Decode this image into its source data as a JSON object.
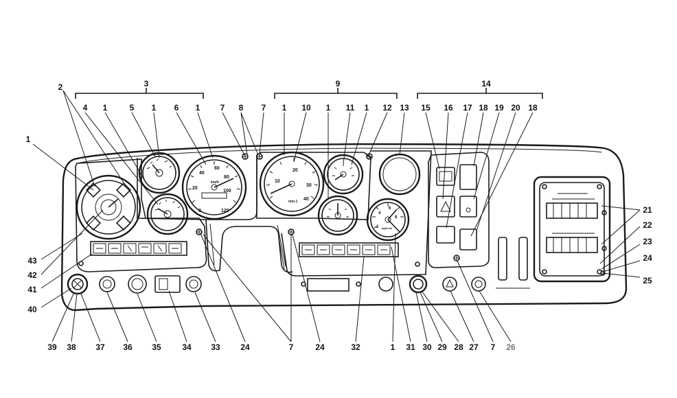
{
  "diagram": {
    "colors": {
      "line": "#1a1a1a",
      "text": "#111111",
      "muted_label": "#777777",
      "background": "#ffffff"
    },
    "gauge_text": {
      "speedometer": {
        "ticks": [
          "0",
          "20",
          "40",
          "60",
          "80",
          "100",
          "120"
        ],
        "unit": "km/h"
      },
      "tachometer": {
        "ticks": [
          "10",
          "20",
          "30",
          "40"
        ],
        "unit": "min-1"
      },
      "pressure_gauge": {
        "ticks": [
          "2",
          "4",
          "6",
          "8"
        ],
        "unit": "kgf/cm2"
      }
    },
    "group_labels": [
      {
        "text": "3"
      },
      {
        "text": "9"
      },
      {
        "text": "14"
      }
    ],
    "callouts_top": [
      {
        "text": "2"
      },
      {
        "text": "4"
      },
      {
        "text": "1"
      },
      {
        "text": "5"
      },
      {
        "text": "1"
      },
      {
        "text": "6"
      },
      {
        "text": "1"
      },
      {
        "text": "7"
      },
      {
        "text": "8"
      },
      {
        "text": "7"
      },
      {
        "text": "1"
      },
      {
        "text": "10"
      },
      {
        "text": "1"
      },
      {
        "text": "11"
      },
      {
        "text": "1"
      },
      {
        "text": "12"
      },
      {
        "text": "13"
      },
      {
        "text": "15"
      },
      {
        "text": "16"
      },
      {
        "text": "17"
      },
      {
        "text": "18"
      },
      {
        "text": "19"
      },
      {
        "text": "20"
      },
      {
        "text": "18"
      }
    ],
    "callouts_left": [
      {
        "text": "1"
      },
      {
        "text": "43"
      },
      {
        "text": "42"
      },
      {
        "text": "41"
      },
      {
        "text": "40"
      }
    ],
    "callouts_right": [
      {
        "text": "21"
      },
      {
        "text": "22"
      },
      {
        "text": "23"
      },
      {
        "text": "24"
      },
      {
        "text": "25"
      }
    ],
    "callouts_bottom": [
      {
        "text": "39"
      },
      {
        "text": "38"
      },
      {
        "text": "37"
      },
      {
        "text": "36"
      },
      {
        "text": "35"
      },
      {
        "text": "34"
      },
      {
        "text": "33"
      },
      {
        "text": "24"
      },
      {
        "text": "7"
      },
      {
        "text": "24"
      },
      {
        "text": "32"
      },
      {
        "text": "1"
      },
      {
        "text": "31"
      },
      {
        "text": "30"
      },
      {
        "text": "29"
      },
      {
        "text": "28"
      },
      {
        "text": "27"
      },
      {
        "text": "7"
      },
      {
        "text": "26"
      }
    ]
  }
}
